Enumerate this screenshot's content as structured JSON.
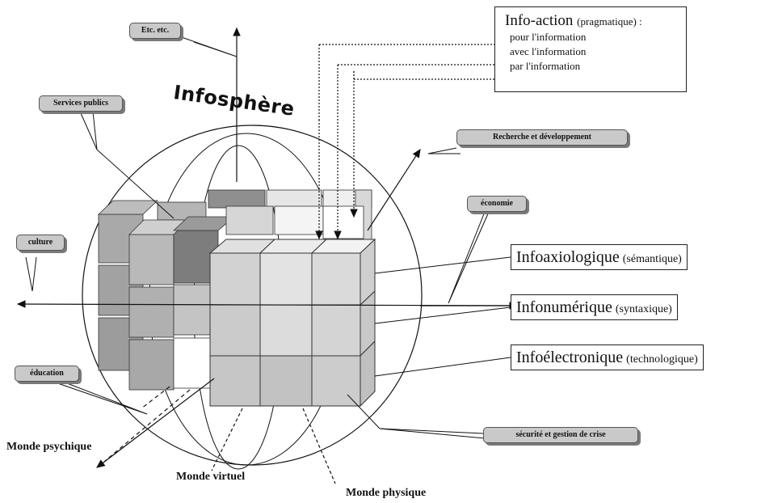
{
  "title": "Infosphère",
  "info_action": {
    "head": "Info-action",
    "qualifier": "(pragmatique) :",
    "lines": [
      "pour l'information",
      "avec l'information",
      "par l'information"
    ]
  },
  "layers": {
    "semantique": {
      "name": "Infoaxiologique",
      "qualifier": "(sémantique)"
    },
    "syntaxique": {
      "name": "Infonumérique",
      "qualifier": "(syntaxique)"
    },
    "technologique": {
      "name": "Infoélectronique",
      "qualifier": "(technologique)"
    }
  },
  "callouts": {
    "etc": "Etc. etc.",
    "services_publics": "Services publics",
    "recherche": "Recherche et développement",
    "economie": "économie",
    "culture": "culture",
    "education": "éducation",
    "securite": "sécurité et gestion de crise"
  },
  "worlds": {
    "psychique": "Monde psychique",
    "virtuel": "Monde virtuel",
    "physique": "Monde physique"
  }
}
